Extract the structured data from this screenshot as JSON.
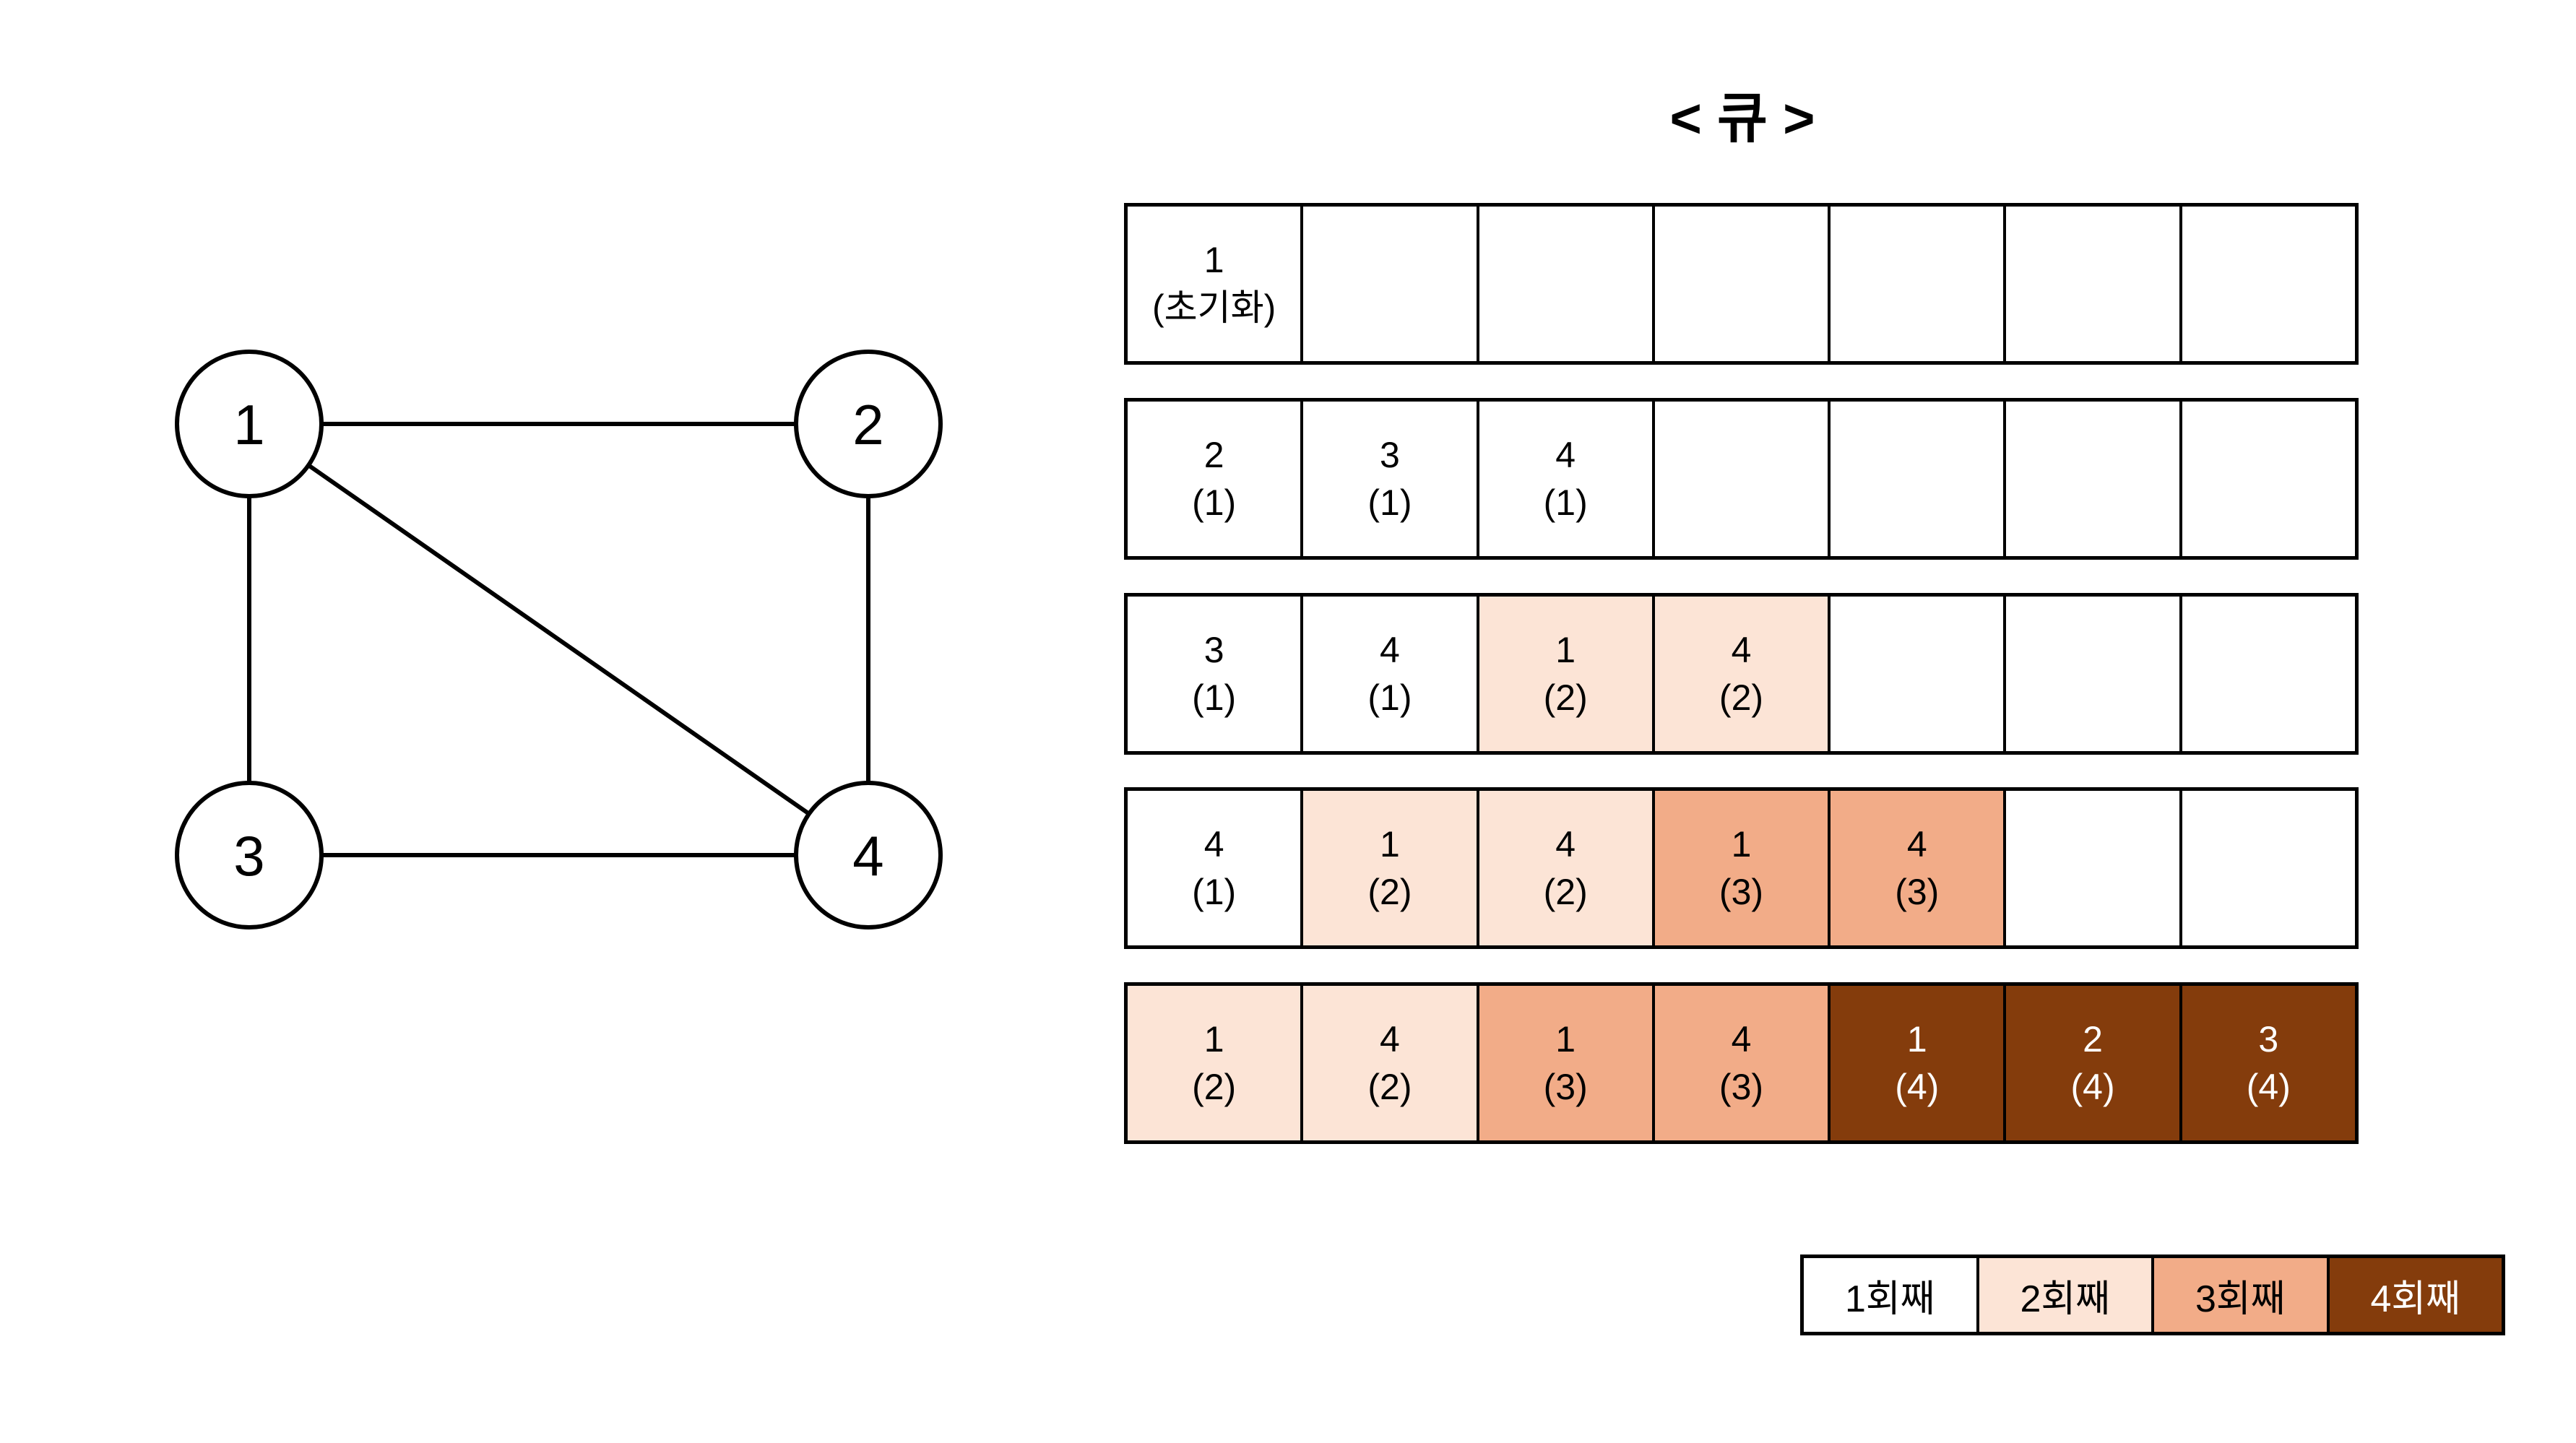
{
  "graph": {
    "nodes": [
      {
        "id": "1",
        "label": "1"
      },
      {
        "id": "2",
        "label": "2"
      },
      {
        "id": "3",
        "label": "3"
      },
      {
        "id": "4",
        "label": "4"
      }
    ],
    "edges": [
      {
        "from": "1",
        "to": "2"
      },
      {
        "from": "1",
        "to": "3"
      },
      {
        "from": "1",
        "to": "4"
      },
      {
        "from": "2",
        "to": "4"
      },
      {
        "from": "3",
        "to": "4"
      }
    ]
  },
  "queue": {
    "title": "< 큐 >",
    "rows": [
      [
        {
          "value": "1",
          "note": "(초기화)",
          "round": 1
        },
        {
          "value": "",
          "note": "",
          "round": 0
        },
        {
          "value": "",
          "note": "",
          "round": 0
        },
        {
          "value": "",
          "note": "",
          "round": 0
        },
        {
          "value": "",
          "note": "",
          "round": 0
        },
        {
          "value": "",
          "note": "",
          "round": 0
        },
        {
          "value": "",
          "note": "",
          "round": 0
        }
      ],
      [
        {
          "value": "2",
          "note": "(1)",
          "round": 1
        },
        {
          "value": "3",
          "note": "(1)",
          "round": 1
        },
        {
          "value": "4",
          "note": "(1)",
          "round": 1
        },
        {
          "value": "",
          "note": "",
          "round": 0
        },
        {
          "value": "",
          "note": "",
          "round": 0
        },
        {
          "value": "",
          "note": "",
          "round": 0
        },
        {
          "value": "",
          "note": "",
          "round": 0
        }
      ],
      [
        {
          "value": "3",
          "note": "(1)",
          "round": 1
        },
        {
          "value": "4",
          "note": "(1)",
          "round": 1
        },
        {
          "value": "1",
          "note": "(2)",
          "round": 2
        },
        {
          "value": "4",
          "note": "(2)",
          "round": 2
        },
        {
          "value": "",
          "note": "",
          "round": 0
        },
        {
          "value": "",
          "note": "",
          "round": 0
        },
        {
          "value": "",
          "note": "",
          "round": 0
        }
      ],
      [
        {
          "value": "4",
          "note": "(1)",
          "round": 1
        },
        {
          "value": "1",
          "note": "(2)",
          "round": 2
        },
        {
          "value": "4",
          "note": "(2)",
          "round": 2
        },
        {
          "value": "1",
          "note": "(3)",
          "round": 3
        },
        {
          "value": "4",
          "note": "(3)",
          "round": 3
        },
        {
          "value": "",
          "note": "",
          "round": 0
        },
        {
          "value": "",
          "note": "",
          "round": 0
        }
      ],
      [
        {
          "value": "1",
          "note": "(2)",
          "round": 2
        },
        {
          "value": "4",
          "note": "(2)",
          "round": 2
        },
        {
          "value": "1",
          "note": "(3)",
          "round": 3
        },
        {
          "value": "4",
          "note": "(3)",
          "round": 3
        },
        {
          "value": "1",
          "note": "(4)",
          "round": 4
        },
        {
          "value": "2",
          "note": "(4)",
          "round": 4
        },
        {
          "value": "3",
          "note": "(4)",
          "round": 4
        }
      ]
    ]
  },
  "legend": {
    "items": [
      {
        "label": "1회째",
        "round": 1
      },
      {
        "label": "2회째",
        "round": 2
      },
      {
        "label": "3회째",
        "round": 3
      },
      {
        "label": "4회째",
        "round": 4
      }
    ]
  },
  "colors": {
    "round_0": "#FFFFFF",
    "round_1": "#FFFFFF",
    "round_2": "#FCE4D6",
    "round_3": "#F2AC88",
    "round_4": "#843C0C",
    "text_dark": "#000000",
    "text_light": "#FFFFFF",
    "stroke": "#000000"
  }
}
